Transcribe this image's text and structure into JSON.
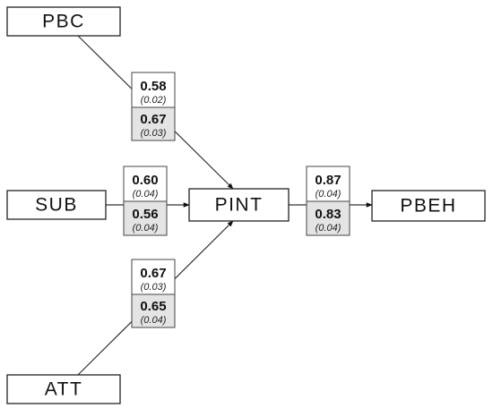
{
  "nodes": {
    "pbc": "PBC",
    "sub": "SUB",
    "att": "ATT",
    "pint": "PINT",
    "pbeh": "PBEH"
  },
  "paths": {
    "pbc_pint": {
      "top_coef": "0.58",
      "top_se": "(0.02)",
      "bottom_coef": "0.67",
      "bottom_se": "(0.03)"
    },
    "sub_pint": {
      "top_coef": "0.60",
      "top_se": "(0.04)",
      "bottom_coef": "0.56",
      "bottom_se": "(0.04)"
    },
    "att_pint": {
      "top_coef": "0.67",
      "top_se": "(0.03)",
      "bottom_coef": "0.65",
      "bottom_se": "(0.04)"
    },
    "pint_pbeh": {
      "top_coef": "0.87",
      "top_se": "(0.04)",
      "bottom_coef": "0.83",
      "bottom_se": "(0.04)"
    }
  }
}
